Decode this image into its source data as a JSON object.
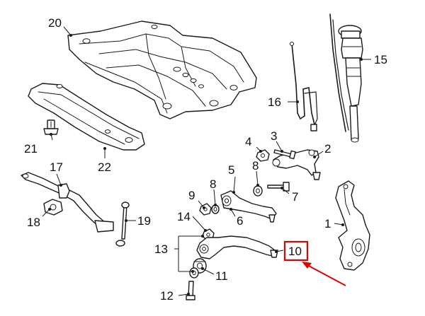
{
  "diagram": {
    "callouts": {
      "c1": "1",
      "c2": "2",
      "c3": "3",
      "c4": "4",
      "c5": "5",
      "c6": "6",
      "c7": "7",
      "c8a": "8",
      "c8b": "8",
      "c9": "9",
      "c10": "10",
      "c11": "11",
      "c12": "12",
      "c13": "13",
      "c14": "14",
      "c15": "15",
      "c16": "16",
      "c17": "17",
      "c18": "18",
      "c19": "19",
      "c20": "20",
      "c21": "21",
      "c22": "22"
    },
    "highlight": {
      "target": "10",
      "color": "#e00000"
    }
  }
}
